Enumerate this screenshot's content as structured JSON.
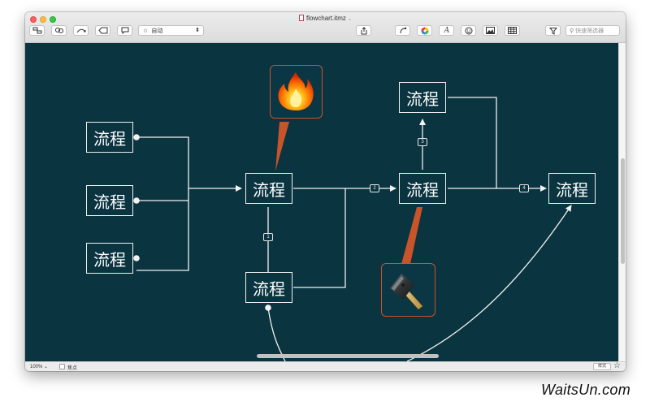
{
  "window": {
    "title": "flowchart.itmz"
  },
  "toolbar": {
    "layout_dropdown_value": "自动",
    "search_placeholder": "快速筛选器"
  },
  "diagram": {
    "nodes": [
      {
        "label": "流程"
      },
      {
        "label": "流程"
      },
      {
        "label": "流程"
      },
      {
        "label": "流程"
      },
      {
        "label": "流程"
      },
      {
        "label": "流程"
      },
      {
        "label": "流程"
      },
      {
        "label": "流程"
      }
    ],
    "link_labels": [
      "1",
      "2",
      "3",
      "4"
    ],
    "icons": [
      "fire-icon",
      "hammer-icon"
    ],
    "colors": {
      "canvas": "#0a3440",
      "line": "#f2f2f2",
      "callout": "#c8542a"
    }
  },
  "statusbar": {
    "zoom": "100%",
    "focus_label": "焦点",
    "style_button": "样式"
  },
  "watermark": "WaitsUn.com"
}
